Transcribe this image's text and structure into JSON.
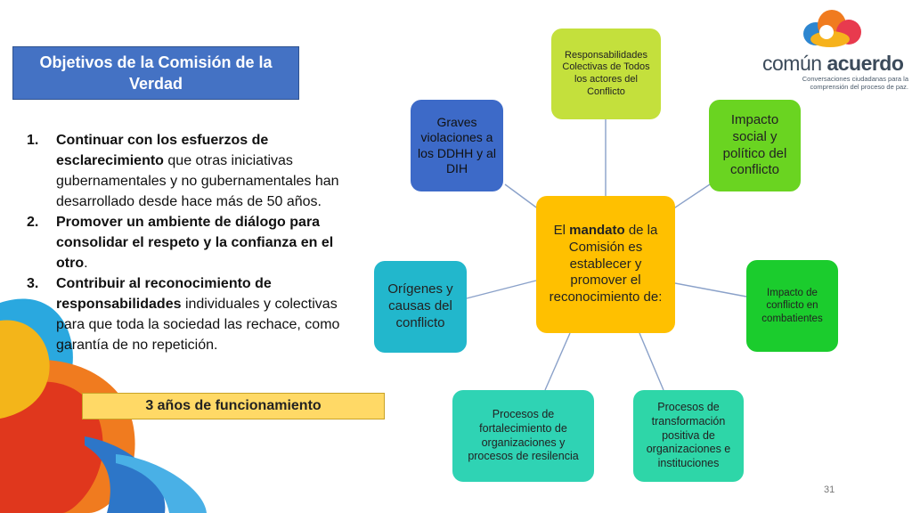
{
  "slide": {
    "title": "Objetivos de la Comisión de la Verdad",
    "page_number": "31"
  },
  "objectives": [
    {
      "number": "1.",
      "bold": "Continuar con los esfuerzos de esclarecimiento",
      "rest": " que otras iniciativas gubernamentales y no gubernamentales han desarrollado desde hace más de 50 años."
    },
    {
      "number": "2.",
      "bold": "Promover un ambiente de diálogo para consolidar el respeto y la confianza en el otro",
      "rest": "."
    },
    {
      "number": "3.",
      "bold": "Contribuir al reconocimiento de responsabilidades",
      "rest": " individuales y colectivas para que toda la sociedad las rechace, como garantía de no repetición."
    }
  ],
  "duration_label": "3 años de funcionamiento",
  "logo": {
    "name_light": "común ",
    "name_bold": "acuerdo",
    "tagline": "Conversaciones ciudadanas para la comprensión del proceso de paz."
  },
  "diagram": {
    "center": {
      "before": "El ",
      "bold": "mandato",
      "after": " de la Comisión es establecer y promover el reconocimiento de:"
    },
    "nodes": {
      "responsabilidades": "Responsabilidades Colectivas de Todos los actores del Conflicto",
      "impacto_social": "Impacto social y político del conflicto",
      "impacto_combatientes": "Impacto de conflicto en combatientes",
      "transformacion": "Procesos de transformación positiva de organizaciones e instituciones",
      "fortalecimiento": "Procesos de fortalecimiento de organizaciones y procesos de resilencia",
      "origenes": "Orígenes y causas del conflicto",
      "graves": "Graves violaciones a los DDHH y al DIH"
    }
  },
  "colors": {
    "title_bg": "#4472c4",
    "center": "#ffc000",
    "responsabilidades": "#c4e03c",
    "impacto_social": "#6ad421",
    "impacto_combatientes": "#1bcc2d",
    "transformacion": "#2ed6a8",
    "fortalecimiento": "#2fd3b4",
    "origenes": "#22b7cc",
    "graves": "#3d6ac8",
    "duration_bg": "#ffd966"
  }
}
